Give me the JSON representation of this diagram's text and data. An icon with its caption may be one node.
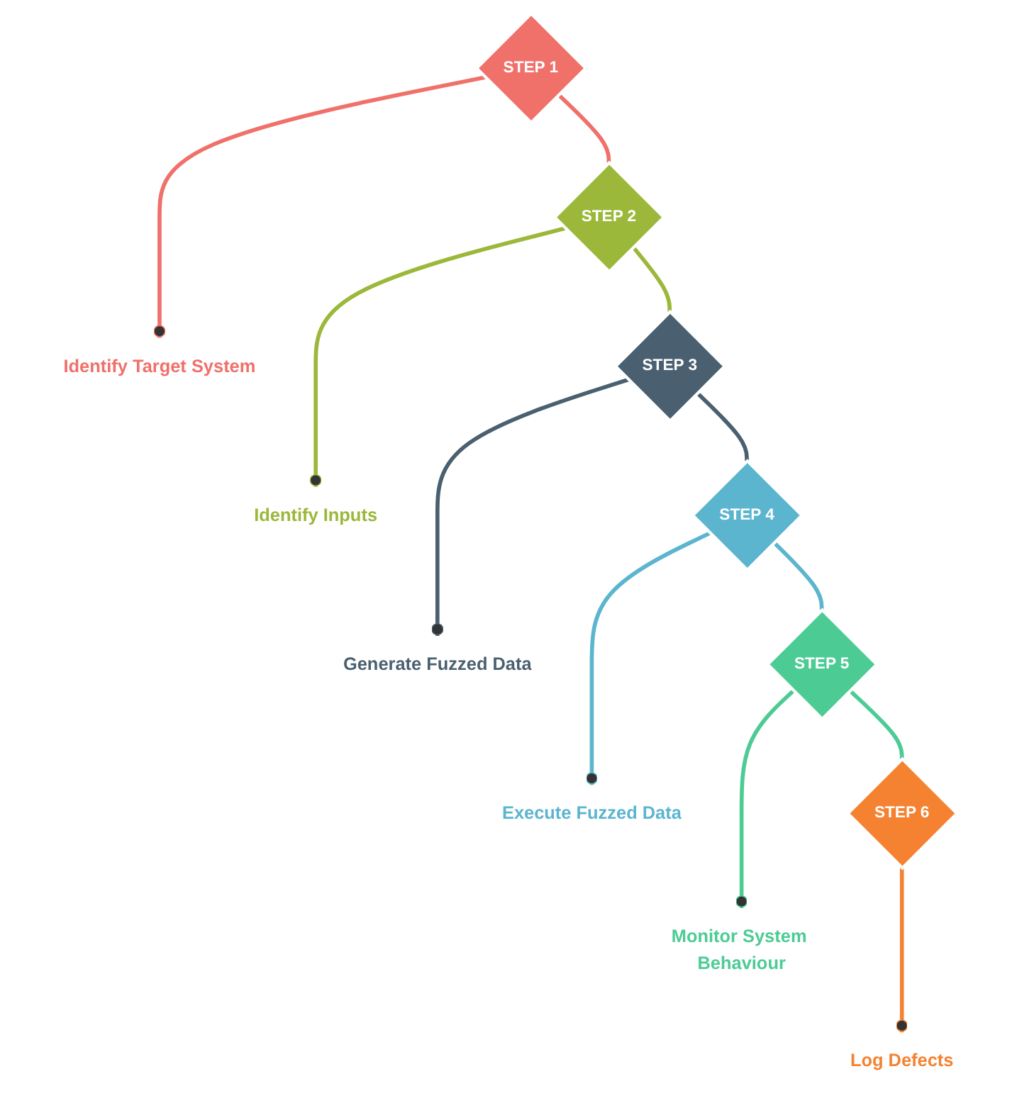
{
  "diagram": {
    "nodes": [
      {
        "text": [
          "STEP 1"
        ]
      },
      {
        "text": [
          "Identify Target System"
        ]
      },
      {
        "text": [
          "STEP 2"
        ]
      },
      {
        "text": [
          "Identify Inputs"
        ]
      },
      {
        "text": [
          "STEP 3"
        ]
      },
      {
        "text": [
          "Generate Fuzzed Data"
        ]
      },
      {
        "text": [
          "STEP 4"
        ]
      },
      {
        "text": [
          "Execute Fuzzed Data"
        ]
      },
      {
        "text": [
          "STEP 5"
        ]
      },
      {
        "text": [
          "Monitor System Behaviour"
        ]
      },
      {
        "text": [
          "STEP 6"
        ]
      },
      {
        "text": [
          "Log Defects"
        ]
      }
    ],
    "edges": [
      {
        "from": 0,
        "to": 1,
        "arrow": "other",
        "color": "#f0706a"
      },
      {
        "from": 0,
        "to": 2,
        "arrow": "none",
        "color": "#f0706a"
      },
      {
        "from": 2,
        "to": 3,
        "arrow": "other",
        "color": "#9bb83a"
      },
      {
        "from": 2,
        "to": 4,
        "arrow": "none",
        "color": "#9bb83a"
      },
      {
        "from": 4,
        "to": 5,
        "arrow": "other",
        "color": "#4a6070"
      },
      {
        "from": 4,
        "to": 6,
        "arrow": "none",
        "color": "#4a6070"
      },
      {
        "from": 6,
        "to": 7,
        "arrow": "other",
        "color": "#5bb5cf"
      },
      {
        "from": 6,
        "to": 8,
        "arrow": "none",
        "color": "#5bb5cf"
      },
      {
        "from": 8,
        "to": 9,
        "arrow": "other",
        "color": "#4ccc94"
      },
      {
        "from": 8,
        "to": 10,
        "arrow": "none",
        "color": "#4ccc94"
      },
      {
        "from": 10,
        "to": 11,
        "arrow": "other",
        "color": "#f58231"
      }
    ]
  }
}
